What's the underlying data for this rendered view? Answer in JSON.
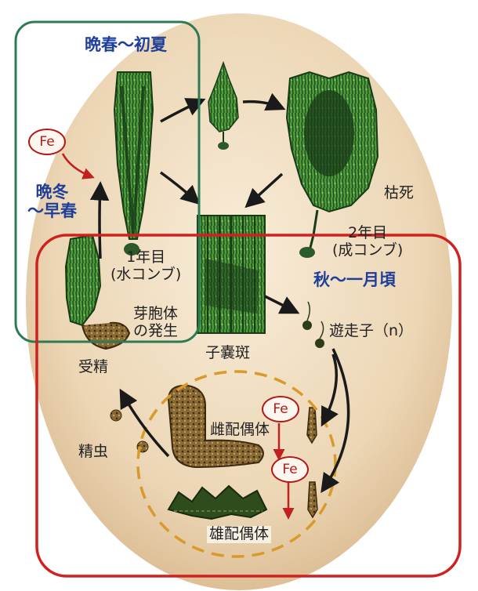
{
  "labels": {
    "late_spring_early_summer": "晩春〜初夏",
    "late_winter_early_spring": "晩冬\n〜早春",
    "autumn_january": "秋〜一月頃",
    "withered": "枯死",
    "year2_adult": "2年目\n(成コンブ)",
    "year1_water": "1年目\n(水コンブ)",
    "sporophyte_emergence": "芽胞体\nの発生",
    "sorus": "子嚢斑",
    "zoospore": "遊走子（n）",
    "fertilization": "受精",
    "sperm": "精虫",
    "female_gametophyte": "雌配偶体",
    "male_gametophyte": "雄配偶体",
    "fe_1": "Fe",
    "fe_2": "Fe",
    "fe_3": "Fe"
  },
  "colors": {
    "background_oval": "#ecd6b5",
    "green_box": "#2e7a55",
    "red_box": "#d0201f",
    "dashed_circle": "#d89a2a",
    "kelp_green": "#4f9b3c",
    "kelp_dark": "#173a17",
    "season_text": "#1f3f9a",
    "fe_red": "#b01a1a"
  }
}
